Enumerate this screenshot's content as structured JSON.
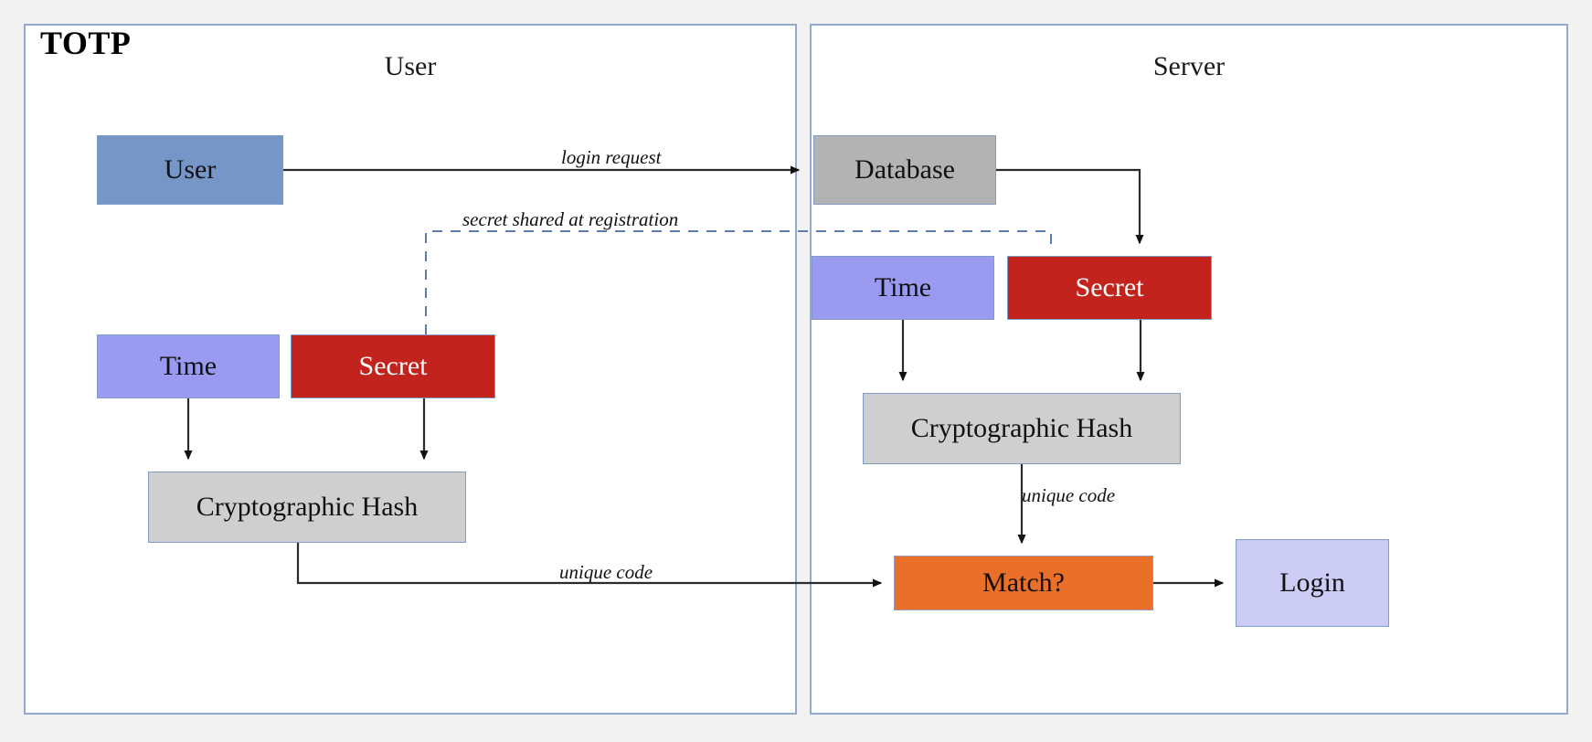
{
  "diagram": {
    "title": "TOTP",
    "panels": [
      {
        "id": "user",
        "title": "User"
      },
      {
        "id": "server",
        "title": "Server"
      }
    ],
    "nodes": [
      {
        "id": "user-box",
        "label": "User",
        "panel": "user",
        "color": "#7696c8"
      },
      {
        "id": "time-user",
        "label": "Time",
        "panel": "user",
        "color": "#9a9af0"
      },
      {
        "id": "secret-user",
        "label": "Secret",
        "panel": "user",
        "color": "#c2241d"
      },
      {
        "id": "hash-user",
        "label": "Cryptographic Hash",
        "panel": "user",
        "color": "#cfcfcf"
      },
      {
        "id": "database",
        "label": "Database",
        "panel": "server",
        "color": "#b3b3b3"
      },
      {
        "id": "time-server",
        "label": "Time",
        "panel": "server",
        "color": "#9a9af0"
      },
      {
        "id": "secret-server",
        "label": "Secret",
        "panel": "server",
        "color": "#c2241d"
      },
      {
        "id": "hash-server",
        "label": "Cryptographic Hash",
        "panel": "server",
        "color": "#cfcfcf"
      },
      {
        "id": "match",
        "label": "Match?",
        "panel": "server",
        "color": "#ea7029"
      },
      {
        "id": "login",
        "label": "Login",
        "panel": "server",
        "color": "#ccccf5"
      }
    ],
    "edges": [
      {
        "id": "login-request",
        "label": "login request",
        "from": "user-box",
        "to": "database",
        "style": "solid"
      },
      {
        "id": "secret-shared",
        "label": "secret shared at registration",
        "from": "secret-user",
        "to": "secret-server",
        "style": "dashed"
      },
      {
        "id": "db-to-secret",
        "label": "",
        "from": "database",
        "to": "secret-server",
        "style": "solid"
      },
      {
        "id": "time-u-to-hash",
        "label": "",
        "from": "time-user",
        "to": "hash-user",
        "style": "solid"
      },
      {
        "id": "secret-u-to-hash",
        "label": "",
        "from": "secret-user",
        "to": "hash-user",
        "style": "solid"
      },
      {
        "id": "time-s-to-hash",
        "label": "",
        "from": "time-server",
        "to": "hash-server",
        "style": "solid"
      },
      {
        "id": "secret-s-to-hash",
        "label": "",
        "from": "secret-server",
        "to": "hash-server",
        "style": "solid"
      },
      {
        "id": "unique-code-server",
        "label": "unique code",
        "from": "hash-server",
        "to": "match",
        "style": "solid"
      },
      {
        "id": "unique-code-user",
        "label": "unique code",
        "from": "hash-user",
        "to": "match",
        "style": "solid"
      },
      {
        "id": "match-to-login",
        "label": "",
        "from": "match",
        "to": "login",
        "style": "solid"
      }
    ],
    "colors": {
      "panel_border": "#91aacd",
      "arrow": "#2b2b2b",
      "dashed_arrow": "#5a7cb0",
      "background": "#f2f2f2",
      "canvas": "#ffffff"
    }
  }
}
